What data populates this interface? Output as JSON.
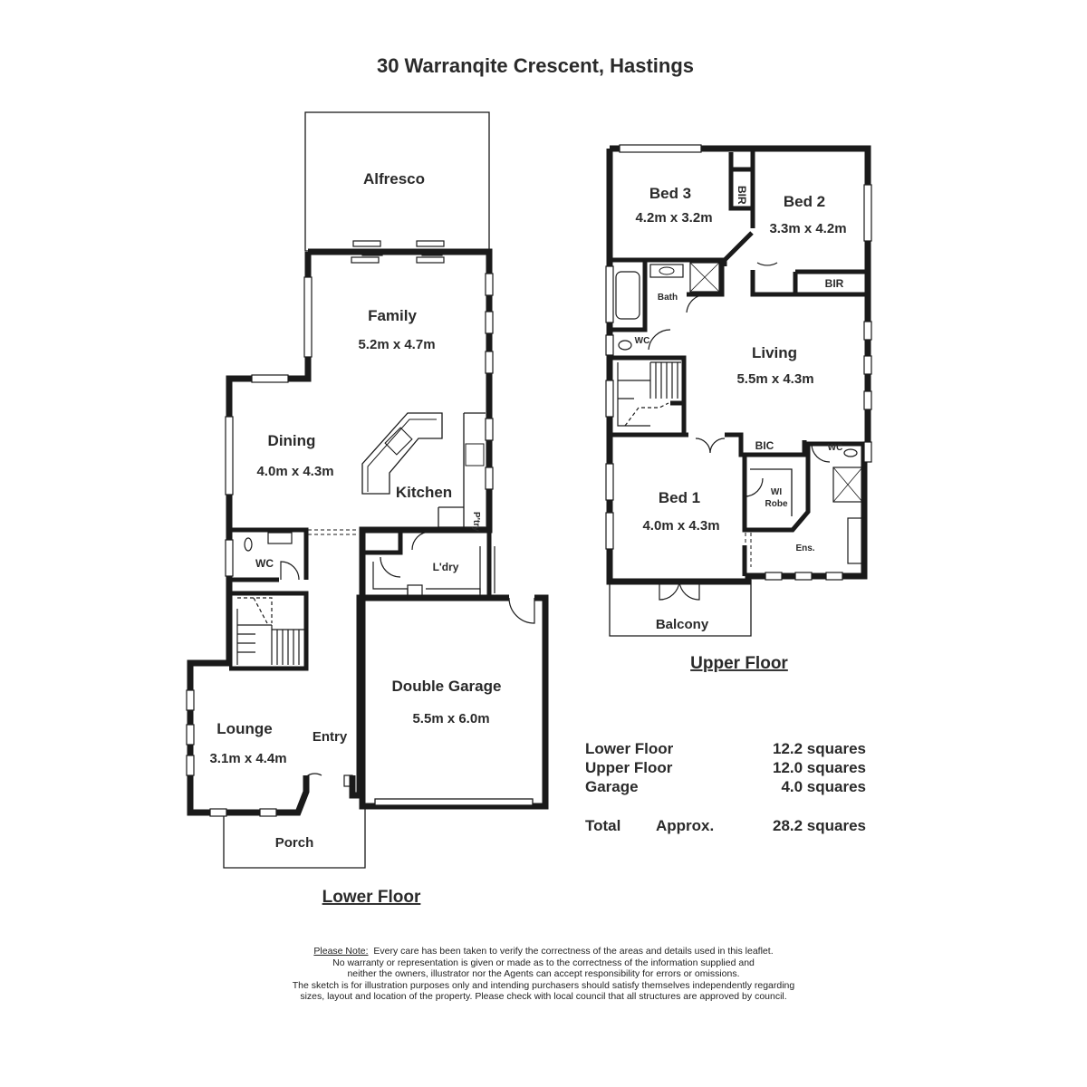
{
  "title": "30 Warranqite Crescent, Hastings",
  "lower_floor": {
    "heading": "Lower Floor",
    "rooms": {
      "alfresco": "Alfresco",
      "family": "Family",
      "family_dim": "5.2m x 4.7m",
      "dining": "Dining",
      "dining_dim": "4.0m x 4.3m",
      "kitchen": "Kitchen",
      "pantry": "P'try",
      "wc": "WC",
      "laundry": "L'dry",
      "lounge": "Lounge",
      "lounge_dim": "3.1m x 4.4m",
      "entry": "Entry",
      "porch": "Porch",
      "garage": "Double Garage",
      "garage_dim": "5.5m x 6.0m"
    }
  },
  "upper_floor": {
    "heading": "Upper Floor",
    "rooms": {
      "bed3": "Bed 3",
      "bed3_dim": "4.2m x 3.2m",
      "bir1": "BIR",
      "bed2": "Bed 2",
      "bed2_dim": "3.3m x 4.2m",
      "bir2": "BIR",
      "bath": "Bath",
      "wc": "WC",
      "living": "Living",
      "living_dim": "5.5m x 4.3m",
      "bic": "BIC",
      "wc2": "WC",
      "bed1": "Bed 1",
      "bed1_dim": "4.0m x 4.3m",
      "wirobe_1": "WI",
      "wirobe_2": "Robe",
      "ens": "Ens.",
      "balcony": "Balcony"
    }
  },
  "areas": [
    {
      "label": "Lower Floor",
      "value": "12.2 squares"
    },
    {
      "label": "Upper Floor",
      "value": "12.0 squares"
    },
    {
      "label": "Garage",
      "value": "4.0 squares"
    }
  ],
  "total": {
    "label": "Total",
    "approx": "Approx.",
    "value": "28.2 squares"
  },
  "note": {
    "lead": "Please Note:",
    "line1": "Every care has been taken to verify the correctness of the areas and details used in this leaflet.",
    "line2": "No warranty or representation is given or made as to the correctness of the information supplied and",
    "line3": "neither the owners, illustrator nor the Agents can accept responsibility for errors or omissions.",
    "line4": "The sketch is for illustration purposes only and intending purchasers should satisfy themselves independently regarding",
    "line5": "sizes, layout and location of the property. Please check with local council that all structures are approved by council."
  }
}
